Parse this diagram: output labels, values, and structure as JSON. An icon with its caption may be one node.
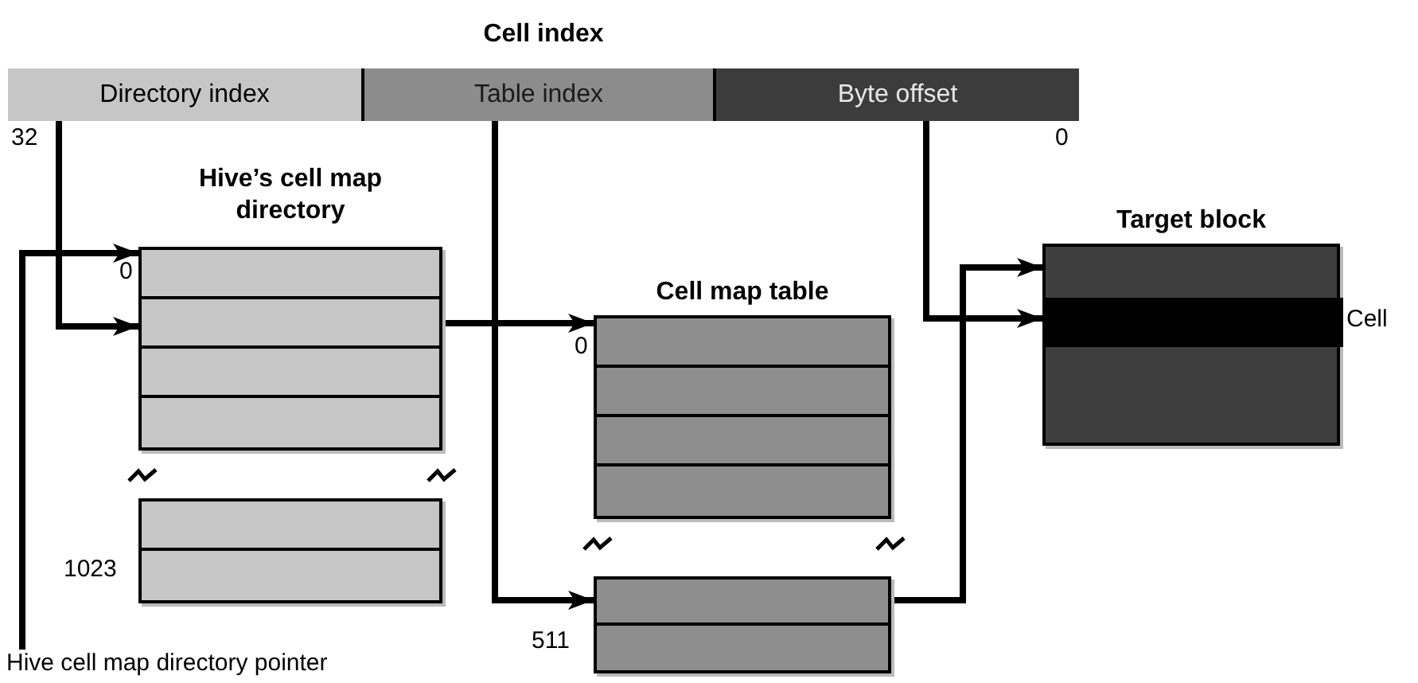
{
  "diagram": {
    "nodes": [
      {
        "text": [
          "Cell index"
        ],
        "beside": [
          "32",
          "0"
        ]
      },
      {
        "text": [
          "Directory index"
        ],
        "in": 0
      },
      {
        "text": [
          "Table index"
        ],
        "in": 0
      },
      {
        "text": [
          "Byte offset"
        ],
        "in": 0
      },
      {
        "text": [
          "Hive’s cell map directory"
        ],
        "beside": [
          "0"
        ]
      },
      {
        "text": [],
        "shape": "box",
        "beside": [
          "1023"
        ]
      },
      {
        "text": [
          "Cell map table"
        ],
        "beside": [
          "0"
        ]
      },
      {
        "text": [],
        "shape": "box",
        "beside": [
          "511"
        ]
      },
      {
        "text": [
          "Target block"
        ]
      },
      {
        "text": [],
        "shape": "bar",
        "in": 8,
        "beside": [
          "Cell"
        ]
      },
      {
        "text": [
          "Hive cell map directory pointer"
        ]
      }
    ],
    "edges": [
      {
        "from": 10,
        "to": 4,
        "arrow": "to"
      },
      {
        "from": 1,
        "to": 4,
        "arrow": "to"
      },
      {
        "from": 4,
        "to": 6,
        "arrow": "to"
      },
      {
        "from": 2,
        "to": 7,
        "arrow": "to"
      },
      {
        "from": 7,
        "to": 8,
        "arrow": "to"
      },
      {
        "from": 3,
        "to": 9,
        "arrow": "to"
      }
    ]
  }
}
